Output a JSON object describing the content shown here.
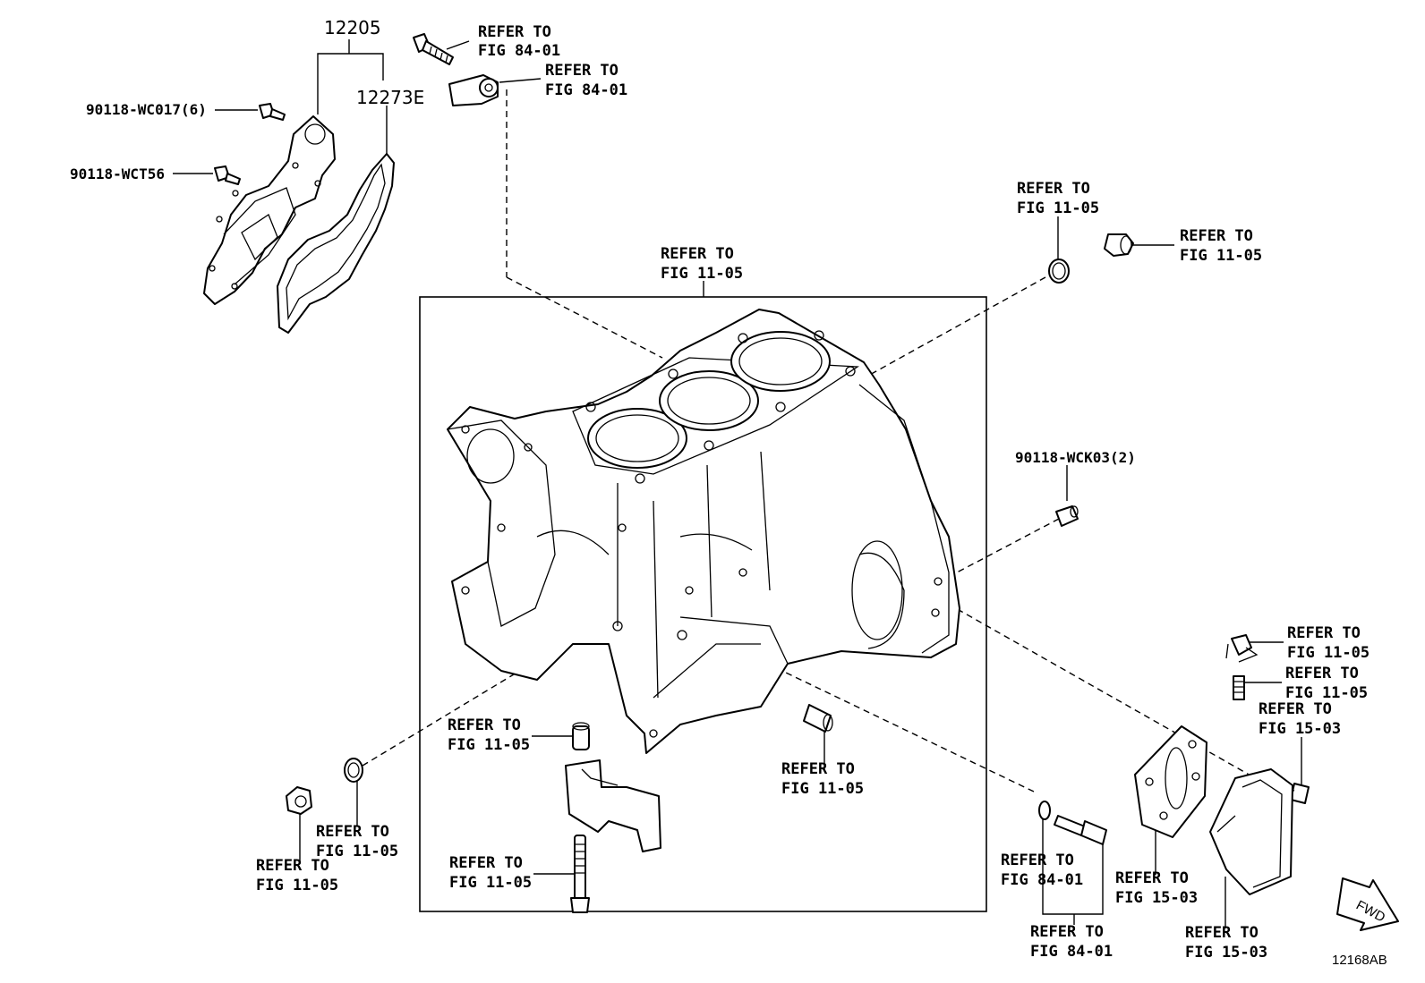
{
  "part_numbers": {
    "cover": "12205",
    "gasket": "12273E",
    "bolt_a": "90118-WC017(6)",
    "bolt_b": "90118-WCT56",
    "pin": "90118-WCK03(2)"
  },
  "refer": {
    "knock_bolt": [
      "REFER TO",
      "FIG 84-01"
    ],
    "knock_sensor": [
      "REFER TO",
      "FIG 84-01"
    ],
    "block": [
      "REFER TO",
      "FIG 11-05"
    ],
    "oring_top": [
      "REFER TO",
      "FIG 11-05"
    ],
    "plug_top": [
      "REFER TO",
      "FIG 11-05"
    ],
    "clip": [
      "REFER TO",
      "FIG 11-05"
    ],
    "bolt_small": [
      "REFER TO",
      "FIG 11-05"
    ],
    "filter_bolt": [
      "REFER TO",
      "FIG 15-03"
    ],
    "bearing_dowel": [
      "REFER TO",
      "FIG 11-05"
    ],
    "sleeve": [
      "REFER TO",
      "FIG 11-05"
    ],
    "bearing_bolt": [
      "REFER TO",
      "FIG 11-05"
    ],
    "oring_left": [
      "REFER TO",
      "FIG 11-05"
    ],
    "plug_left": [
      "REFER TO",
      "FIG 11-05"
    ],
    "temp_oring": [
      "REFER TO",
      "FIG 84-01"
    ],
    "temp_sensor": [
      "REFER TO",
      "FIG 84-01"
    ],
    "filter_gasket": [
      "REFER TO",
      "FIG 15-03"
    ],
    "oil_filter": [
      "REFER TO",
      "FIG 15-03"
    ]
  },
  "fwd_label": "FWD",
  "illustration_code": "12168AB"
}
